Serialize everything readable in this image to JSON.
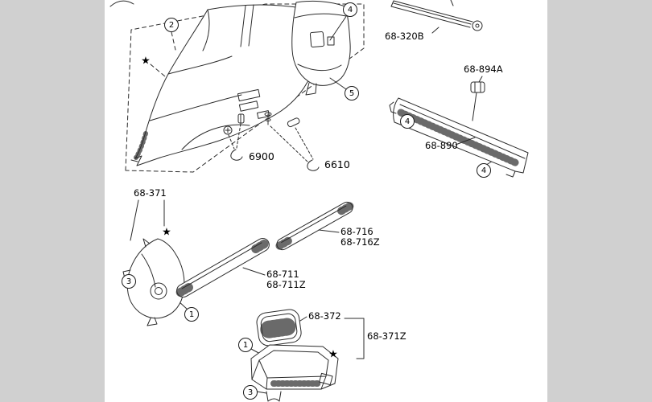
{
  "window": {
    "background": "#d0d0d0",
    "canvas_color": "#ffffff",
    "line_color": "#2b2b2b"
  },
  "labels": {
    "p68_320B": "68-320B",
    "p68_894A": "68-894A",
    "p68_890": "68-890",
    "p6900": "6900",
    "p6610": "6610",
    "p68_371": "68-371",
    "p68_716": "68-716",
    "p68_716Z": "68-716Z",
    "p68_711": "68-711",
    "p68_711Z": "68-711Z",
    "p68_372": "68-372",
    "p68_371Z": "68-371Z"
  },
  "callouts": {
    "n1": "1",
    "n2": "2",
    "n3": "3",
    "n4": "4",
    "n5": "5"
  },
  "symbols": {
    "star": "★"
  }
}
